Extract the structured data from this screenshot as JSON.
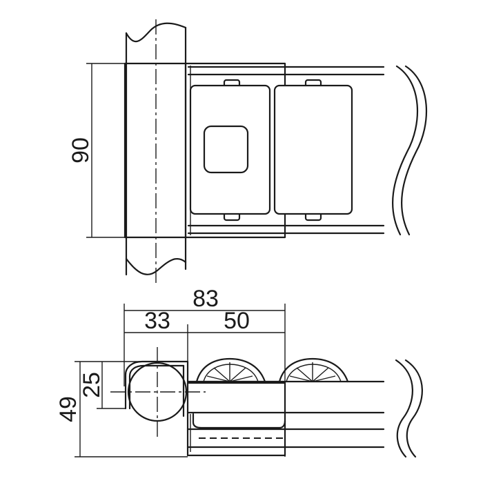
{
  "diagram": {
    "dimensions": {
      "height_top_view": "90",
      "overall_width": "83",
      "width_left": "33",
      "width_right": "50",
      "height_side_view": "49",
      "height_to_center": "25"
    }
  }
}
